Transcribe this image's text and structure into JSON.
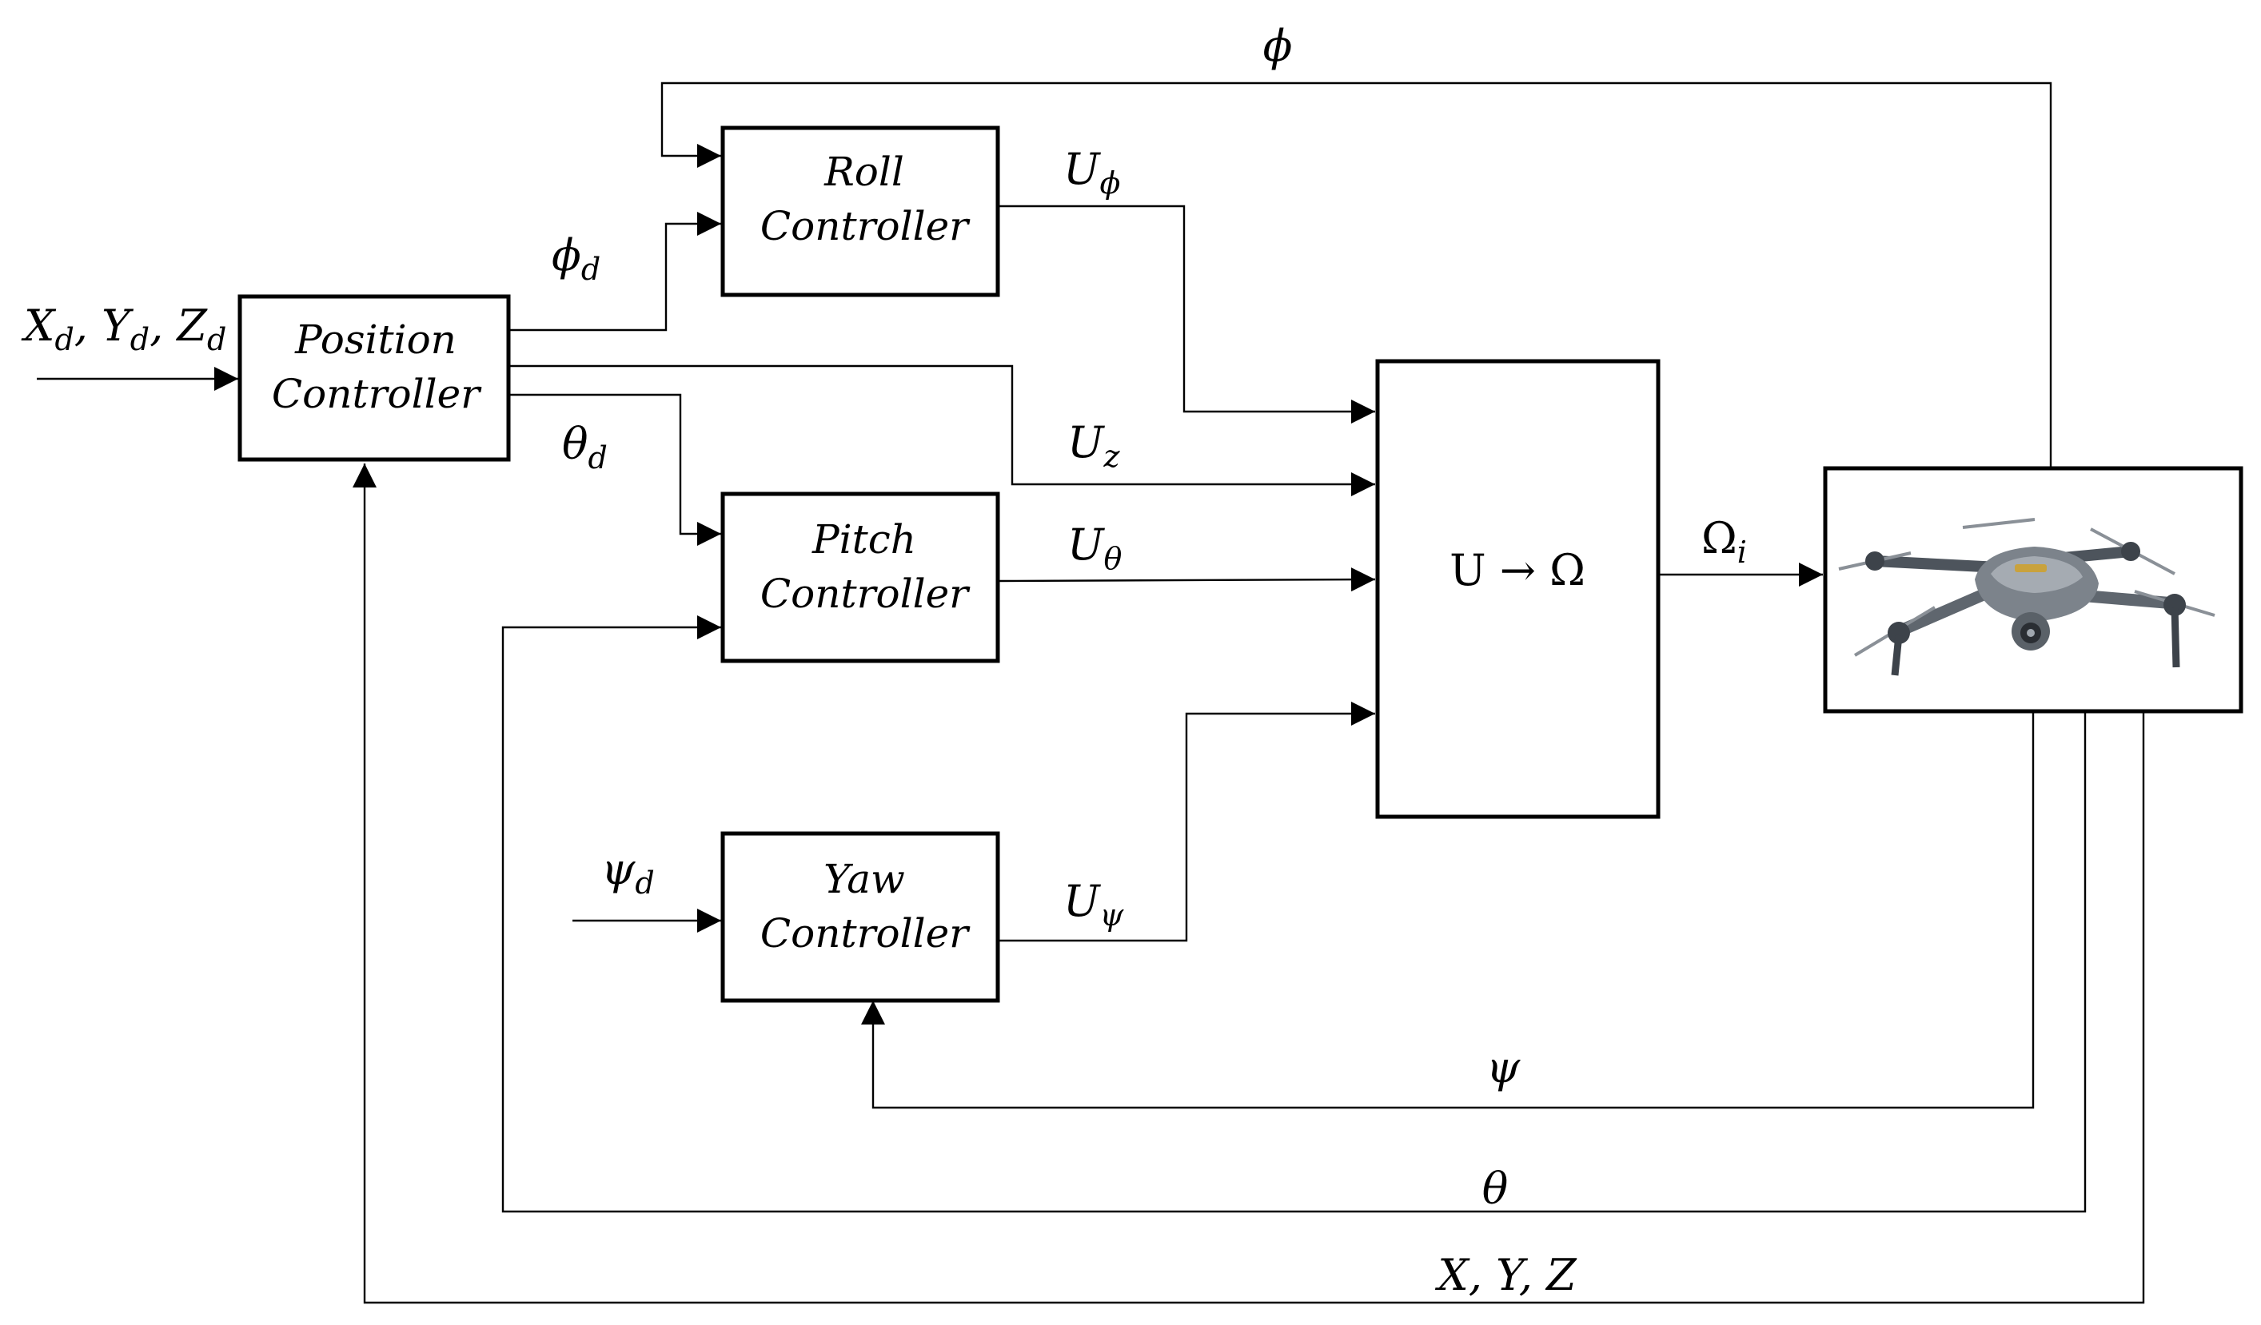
{
  "blocks": {
    "position": {
      "line1": "Position",
      "line2": "Controller"
    },
    "roll": {
      "line1": "Roll",
      "line2": "Controller"
    },
    "pitch": {
      "line1": "Pitch",
      "line2": "Controller"
    },
    "yaw": {
      "line1": "Yaw",
      "line2": "Controller"
    },
    "mixer": {
      "label": "U → Ω"
    },
    "plant": {
      "icon": "quadcopter-drone-icon"
    }
  },
  "signals": {
    "input_ref": {
      "main": "X",
      "s1": "d",
      "main2": ", Y",
      "s2": "d",
      "main3": ", Z",
      "s3": "d"
    },
    "phi_d": {
      "main": "ϕ",
      "sub": "d"
    },
    "theta_d": {
      "main": "θ",
      "sub": "d"
    },
    "psi_d": {
      "main": "ψ",
      "sub": "d"
    },
    "u_phi": {
      "main": "U",
      "sub": "ϕ"
    },
    "u_z": {
      "main": "U",
      "sub": "z"
    },
    "u_theta": {
      "main": "U",
      "sub": "θ"
    },
    "u_psi": {
      "main": "U",
      "sub": "ψ"
    },
    "omega_i": {
      "main": "Ω",
      "sub": "i"
    },
    "phi_fb": "ϕ",
    "psi_fb": "ψ",
    "theta_fb": "θ",
    "xyz_fb": "X, Y, Z"
  }
}
